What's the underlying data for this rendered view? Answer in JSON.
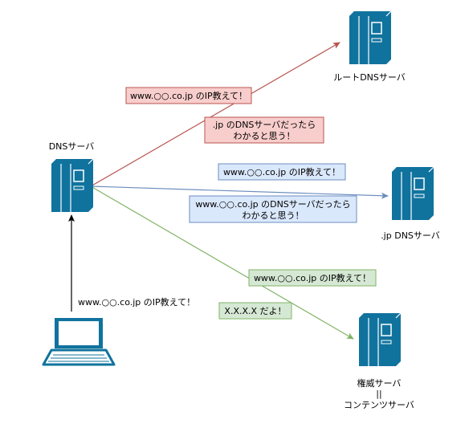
{
  "nodes": {
    "root_server": {
      "label": "ルートDNSサーバ"
    },
    "dns_server": {
      "label": "DNSサーバ"
    },
    "jp_server": {
      "label": ".jp DNSサーバ"
    },
    "auth_server": {
      "label_lines": [
        "権威サーバ",
        "||",
        "コンテンツサーバ"
      ]
    },
    "client": {
      "label": ""
    }
  },
  "messages": {
    "client_query": "www.○○.co.jp のIP教えて！",
    "root_query": "www.○○.co.jp のIP教えて！",
    "root_reply_lines": [
      ".jp のDNSサーバだったら",
      "わかると思う！"
    ],
    "jp_query": "www.○○.co.jp のIP教えて！",
    "jp_reply_lines": [
      "www.○○.co.jp のDNSサーバだったら",
      "わかると思う！"
    ],
    "auth_query": "www.○○.co.jp のIP教えて！",
    "auth_reply": "X.X.X.X だよ！"
  },
  "colors": {
    "server_fill": "#10739e",
    "server_stroke": "#ffffff",
    "red_line": "#b85450",
    "red_fill": "#f8cecc",
    "blue_line": "#6c8ebf",
    "blue_fill": "#dae8fc",
    "green_line": "#82b366",
    "green_fill": "#d5e8d4",
    "black_line": "#000000"
  }
}
